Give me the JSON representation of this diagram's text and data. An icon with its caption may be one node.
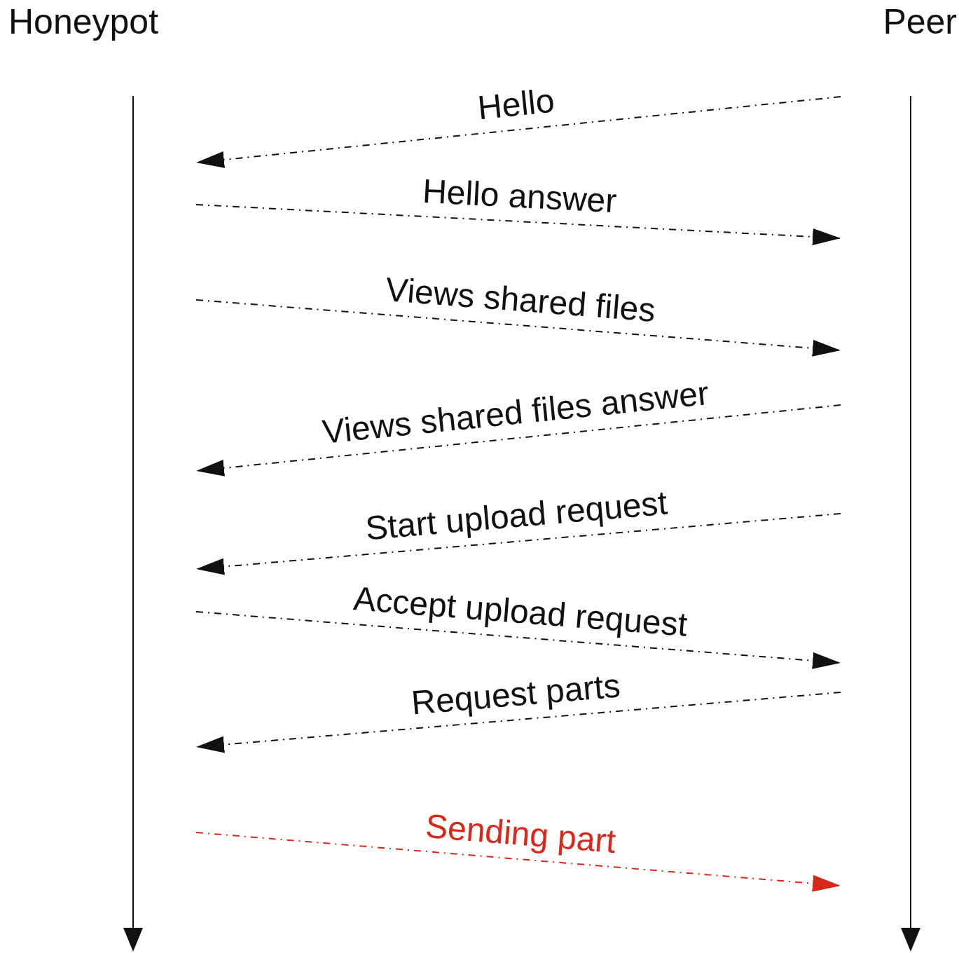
{
  "diagram": {
    "nodes": [
      {
        "text": [
          "Honeypot"
        ]
      },
      {
        "text": [
          "Peer"
        ]
      }
    ],
    "edges": [
      {
        "from": 1,
        "to": 0,
        "arrow": "to",
        "label": "Hello",
        "style": "dashed"
      },
      {
        "from": 0,
        "to": 1,
        "arrow": "to",
        "label": "Hello answer",
        "style": "dashed"
      },
      {
        "from": 0,
        "to": 1,
        "arrow": "to",
        "label": "Views shared files",
        "style": "dashed"
      },
      {
        "from": 1,
        "to": 0,
        "arrow": "to",
        "label": "Views shared files answer",
        "style": "dashed"
      },
      {
        "from": 1,
        "to": 0,
        "arrow": "to",
        "label": "Start upload request",
        "style": "dashed"
      },
      {
        "from": 0,
        "to": 1,
        "arrow": "to",
        "label": "Accept upload request",
        "style": "dashed"
      },
      {
        "from": 1,
        "to": 0,
        "arrow": "to",
        "label": "Request parts",
        "style": "dashed"
      },
      {
        "from": 0,
        "to": 1,
        "arrow": "to",
        "label": "Sending part",
        "style": "dashed",
        "color": "#d8281a"
      }
    ]
  }
}
